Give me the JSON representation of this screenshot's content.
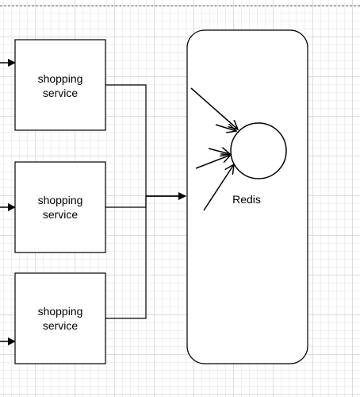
{
  "services": [
    {
      "line1": "shopping",
      "line2": "service"
    },
    {
      "line1": "shopping",
      "line2": "service"
    },
    {
      "line1": "shopping",
      "line2": "service"
    }
  ],
  "redis": {
    "label": "Redis"
  },
  "colors": {
    "stroke": "#000000",
    "fill": "#ffffff",
    "grid": "#dcdcdc"
  }
}
